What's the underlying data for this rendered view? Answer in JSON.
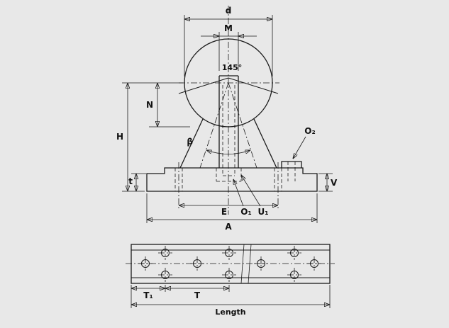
{
  "colors": {
    "background": "#e8e8e8",
    "line": "#1a1a1a"
  },
  "front_view": {
    "dim_labels": {
      "d": "d",
      "M": "M",
      "angle": "145°",
      "N": "N",
      "H": "H",
      "beta": "β",
      "t": "t",
      "o2": "O₂",
      "v": "V",
      "e": "E",
      "o1": "O₁",
      "u1": "U₁",
      "a": "A"
    }
  },
  "plan_view": {
    "dim_labels": {
      "t1": "T₁",
      "t": "T",
      "length": "Length"
    }
  }
}
